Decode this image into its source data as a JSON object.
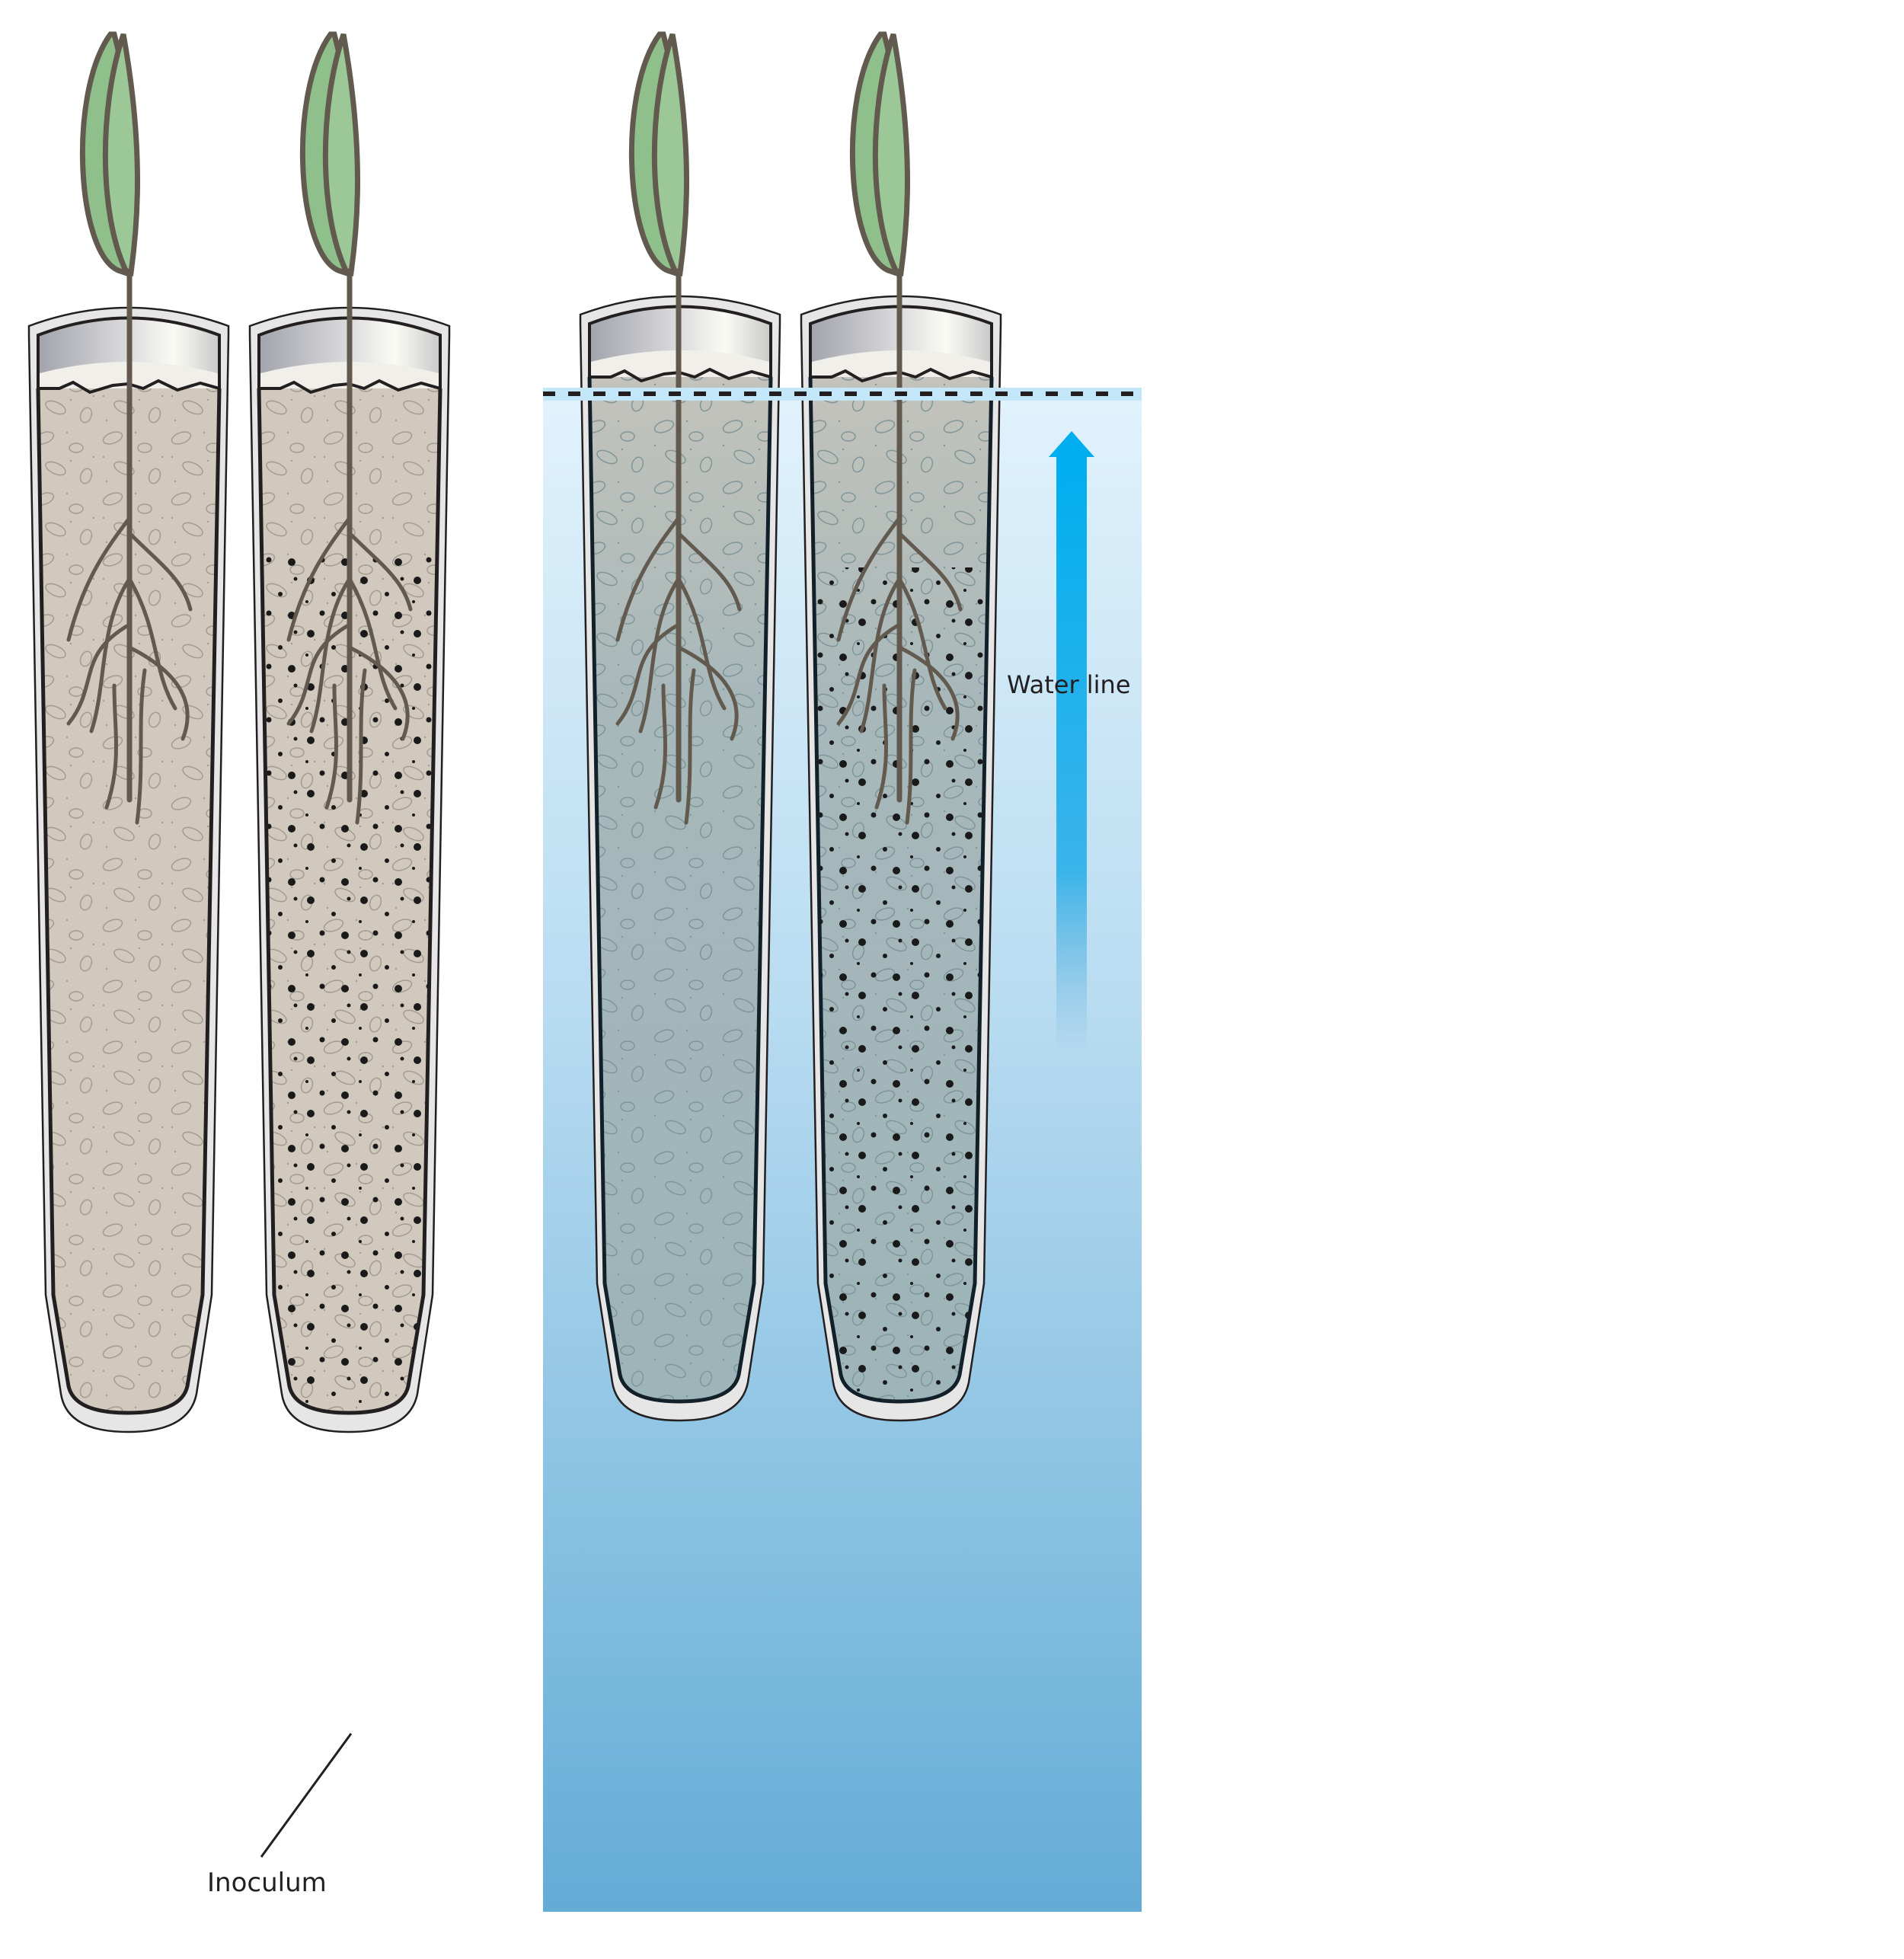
{
  "labels": {
    "inoculum": "Inoculum",
    "water_line": "Water line"
  },
  "panels": [
    {
      "name": "dry-conditions",
      "tubes": [
        {
          "name": "control-tube",
          "inoculum": false,
          "submerged": false
        },
        {
          "name": "inoculated-tube",
          "inoculum": true,
          "submerged": false
        }
      ]
    },
    {
      "name": "flooded-conditions",
      "tubes": [
        {
          "name": "control-tube",
          "inoculum": false,
          "submerged": true
        },
        {
          "name": "inoculated-tube",
          "inoculum": true,
          "submerged": true
        }
      ]
    }
  ],
  "colors": {
    "soil": "#d1c9bd",
    "soil_submerged": "#9fb5b9",
    "tube_wall": "#e6e6e6",
    "outline": "#231f20",
    "stem_root": "#625a4e",
    "leaf": "#9cc796",
    "leaf_dark": "#8fbf8a",
    "water_top": "#def0fb",
    "water_bottom": "#63acd6",
    "arrow": "#00aeef",
    "inoculum_dot": "#1a1a1a"
  }
}
